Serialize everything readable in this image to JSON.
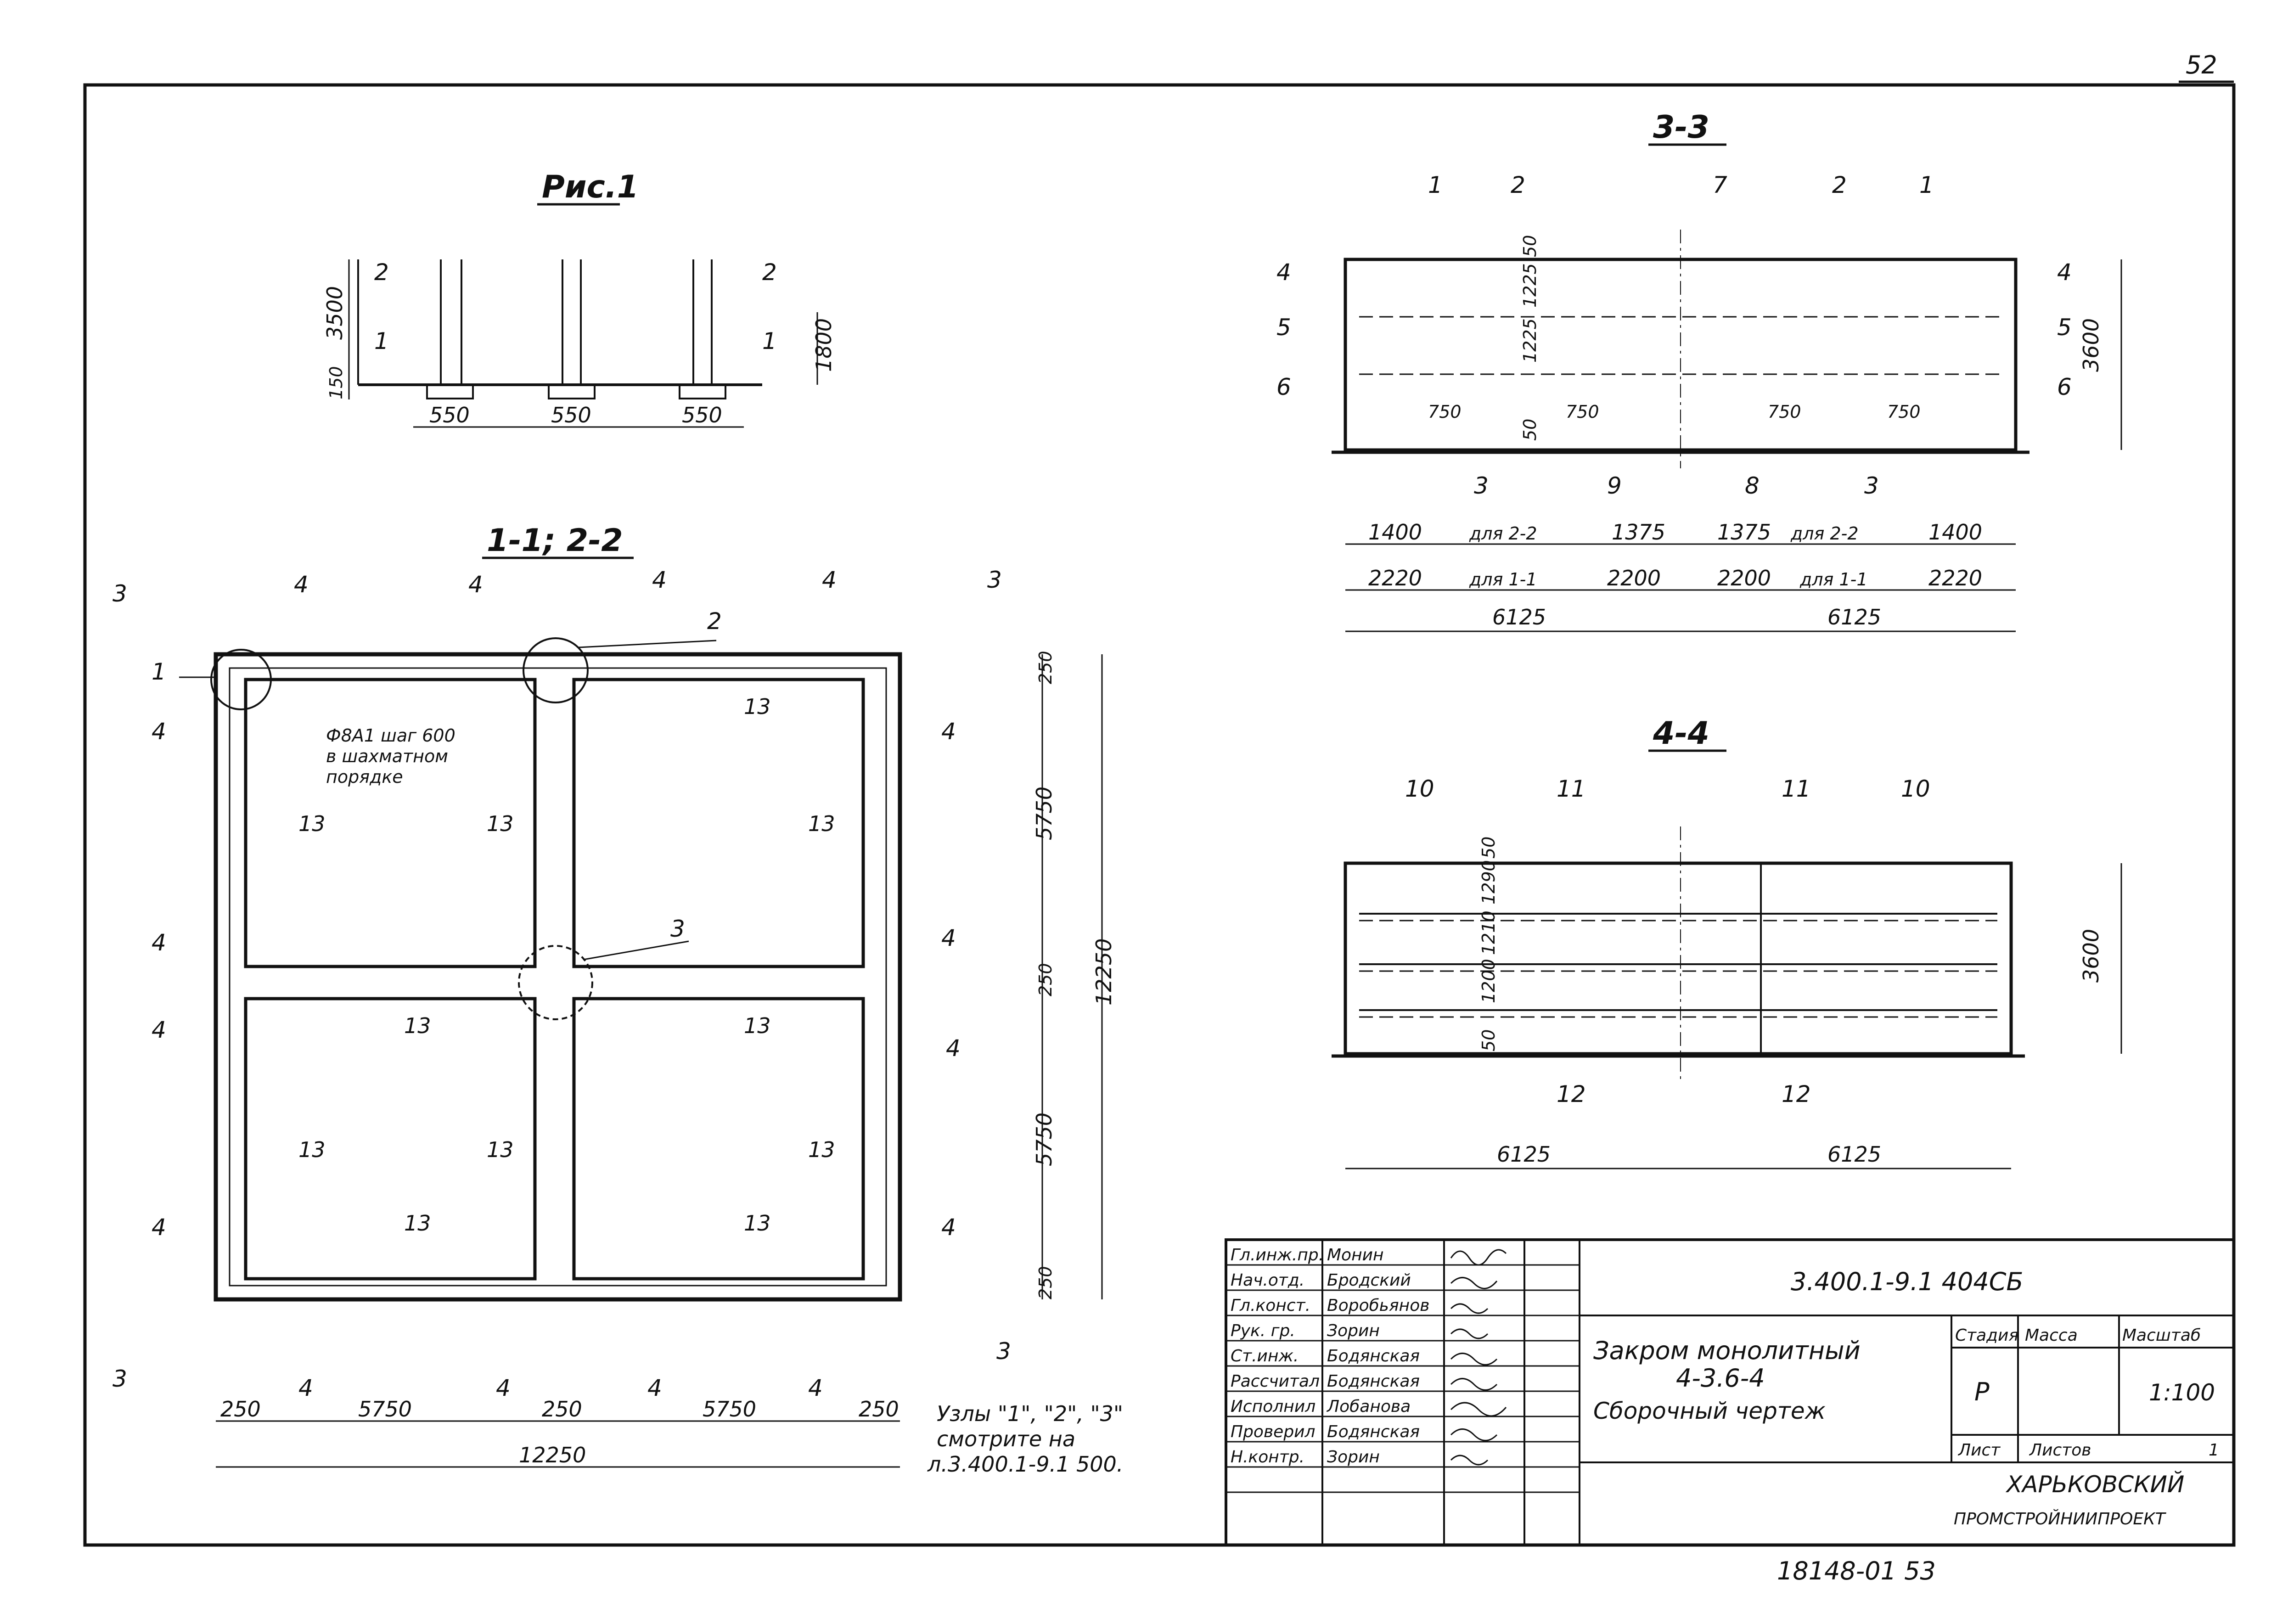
{
  "sheet_number": "52",
  "bottom_stamp": "18148-01 53",
  "fig1": {
    "title": "Рис.1",
    "dims": [
      "3500",
      "150",
      "1800",
      "550",
      "550",
      "550"
    ],
    "markers": [
      "2",
      "1",
      "2",
      "1"
    ]
  },
  "plan": {
    "title": "1-1; 2-2",
    "bolt_note": [
      "Ф8А1 шаг 600",
      "в шахматном",
      "порядке"
    ],
    "callouts": [
      "1",
      "2",
      "3"
    ],
    "label13": "13",
    "section3": "3",
    "section4": "4",
    "dims_bottom": [
      "250",
      "5750",
      "250",
      "5750",
      "250"
    ],
    "dim_total": "12250",
    "dims_right": [
      "250",
      "5750",
      "250",
      "5750",
      "250"
    ],
    "dim_right_total": "12250",
    "nodes_note": [
      "Узлы \"1\", \"2\", \"3\"",
      "смотрите на",
      "л.3.400.1-9.1 500."
    ]
  },
  "section33": {
    "title": "3-3",
    "callouts_top": [
      "1",
      "2",
      "7",
      "2",
      "1"
    ],
    "callouts_side": [
      "4",
      "5",
      "6",
      "4",
      "5",
      "6"
    ],
    "callouts_bottom": [
      "3",
      "9",
      "8",
      "3"
    ],
    "inner_dims": [
      "750",
      "750",
      "750",
      "750"
    ],
    "vert_dims": [
      "50",
      "1225",
      "1225",
      "50"
    ],
    "height": "3600",
    "row1": [
      "1400",
      "для 2-2",
      "1375",
      "1375",
      "для 2-2",
      "1400"
    ],
    "row2": [
      "2220",
      "для 1-1",
      "2200",
      "2200",
      "для 1-1",
      "2220"
    ],
    "row3": [
      "6125",
      "6125"
    ]
  },
  "section44": {
    "title": "4-4",
    "callouts_top": [
      "10",
      "11",
      "11",
      "10"
    ],
    "callouts_bottom": [
      "12",
      "12"
    ],
    "vert_dims": [
      "50",
      "1290",
      "1210",
      "1200",
      "50"
    ],
    "height": "3600",
    "dims_bottom": [
      "6125",
      "6125"
    ]
  },
  "title_block": {
    "roles": [
      "Гл.инж.пр.",
      "Нач.отд.",
      "Гл.конст.",
      "Рук. гр.",
      "Ст.инж.",
      "Рассчитал",
      "Исполнил",
      "Проверил",
      "Н.контр."
    ],
    "names": [
      "Монин",
      "Бродский",
      "Воробьянов",
      "Зорин",
      "Бодянская",
      "Бодянская",
      "Лобанова",
      "Бодянская",
      "Зорин"
    ],
    "code": "3.400.1-9.1 404СБ",
    "desc": [
      "Закром монолитный",
      "4-3.6-4",
      "Сборочный чертеж"
    ],
    "stage_h": "Стадия",
    "mass_h": "Масса",
    "scale_h": "Масштаб",
    "stage": "Р",
    "scale": "1:100",
    "sheet_h": "Лист",
    "sheets_h": "Листов",
    "sheets": "1",
    "org": [
      "ХАРЬКОВСКИЙ",
      "ПРОМСТРОЙНИИПРОЕКТ"
    ]
  }
}
